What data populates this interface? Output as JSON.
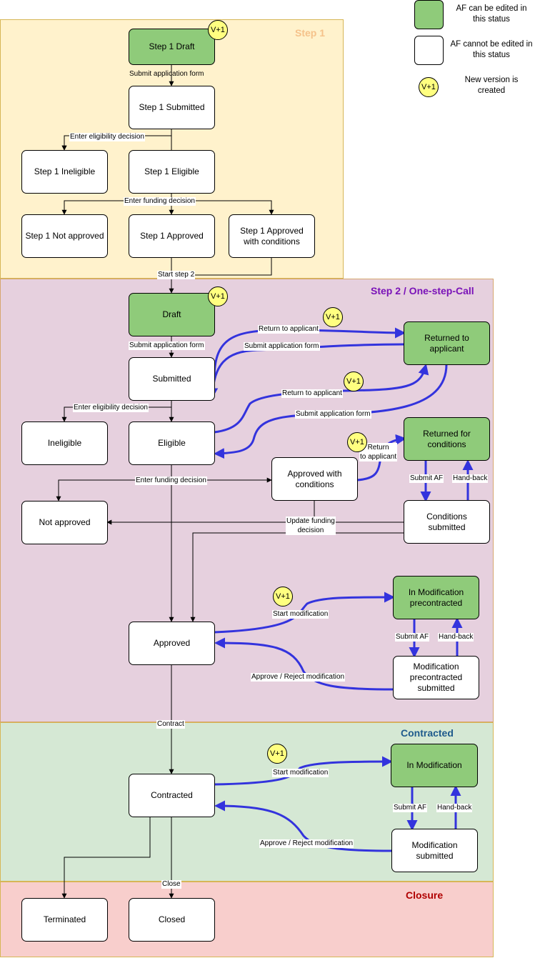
{
  "lanes": {
    "step1": "Step 1",
    "step2": "Step 2 / One-step-Call",
    "contracted": "Contracted",
    "closure": "Closure"
  },
  "legend": {
    "editable": "AF can be edited in this status",
    "not_editable": "AF cannot be edited in this status",
    "new_version": "New version is created",
    "badge": "V+1"
  },
  "nodes": {
    "s1_draft": "Step 1 Draft",
    "s1_submitted": "Step 1 Submitted",
    "s1_ineligible": "Step 1 Ineligible",
    "s1_eligible": "Step 1 Eligible",
    "s1_not_approved": "Step 1 Not approved",
    "s1_approved": "Step 1 Approved",
    "s1_approved_cond": "Step 1 Approved with conditions",
    "draft": "Draft",
    "returned_applicant": "Returned to applicant",
    "submitted": "Submitted",
    "ineligible": "Ineligible",
    "eligible": "Eligible",
    "returned_conditions": "Returned for conditions",
    "approved_cond": "Approved with conditions",
    "not_approved": "Not approved",
    "conditions_submitted": "Conditions submitted",
    "in_mod_pre": "In Modification precontracted",
    "approved": "Approved",
    "mod_pre_submitted": "Modification precontracted submitted",
    "in_mod": "In Modification",
    "contracted": "Contracted",
    "mod_submitted": "Modification submitted",
    "terminated": "Terminated",
    "closed": "Closed"
  },
  "edges": {
    "submit_af": "Submit application form",
    "enter_elig": "Enter eligibility decision",
    "enter_funding": "Enter funding decision",
    "start_step2": "Start step 2",
    "return_applicant": "Return to applicant",
    "return_applicant_short": "Return\nto applicant",
    "submit_af_short": "Submit AF",
    "hand_back": "Hand-back",
    "update_funding": "Update funding\ndecision",
    "start_mod": "Start modification",
    "approve_reject": "Approve / Reject modification",
    "contract": "Contract",
    "close": "Close"
  },
  "colors": {
    "step1_bg": "#fff2cc",
    "step1_border": "#d6b656",
    "step1_title": "#f5c28a",
    "step2_bg": "#e6d0de",
    "step2_border": "#d6a66e",
    "step2_title": "#7a12b8",
    "contracted_bg": "#d5e8d4",
    "contracted_title": "#1e5a8c",
    "closure_bg": "#f8cecc",
    "closure_title": "#b00000",
    "green_node": "#8fcb7a",
    "blue_arrow": "#3333dd",
    "badge": "#ffff80"
  }
}
